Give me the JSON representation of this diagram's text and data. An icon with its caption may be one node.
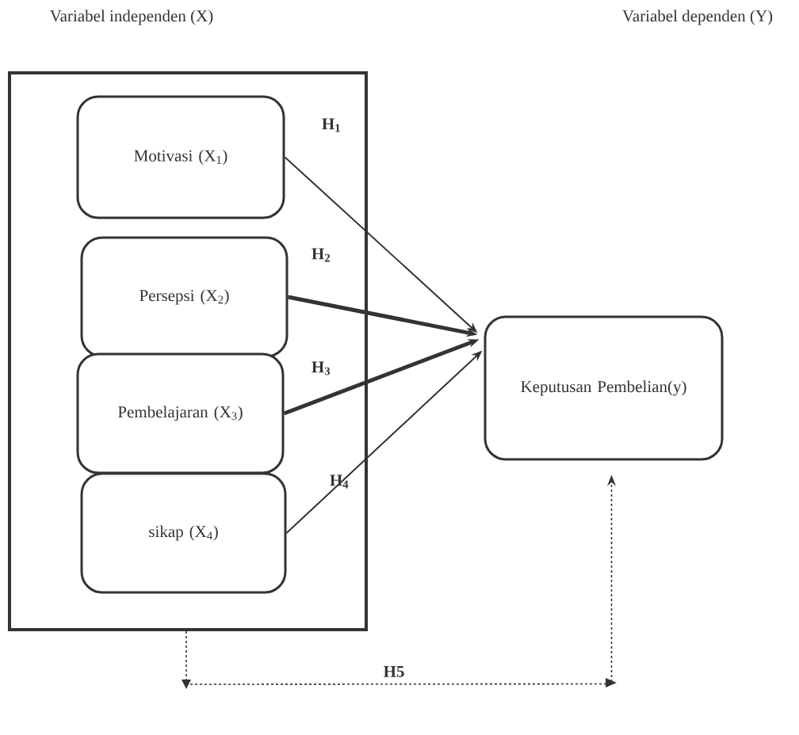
{
  "diagram": {
    "nodes": [
      {
        "text": [],
        "shape": "box"
      },
      {
        "text": [
          "Motivasi (X$_{1}$)"
        ],
        "in": 0
      },
      {
        "text": [
          "Persepsi (X$_{2}$)"
        ],
        "in": 0
      },
      {
        "text": [
          "Pembelajaran (X$_{3}$)"
        ],
        "in": 0
      },
      {
        "text": [
          "sikap (X$_{4}$)"
        ],
        "in": 0
      },
      {
        "text": [
          "Keputusan Pembelian(y)"
        ]
      }
    ],
    "edges": [
      {
        "from": 1,
        "to": 5,
        "arrow": "to",
        "label": "H$_{1}$"
      },
      {
        "from": 2,
        "to": 5,
        "arrow": "to",
        "label": "H$_{2}$",
        "style": "thick"
      },
      {
        "from": 3,
        "to": 5,
        "arrow": "to",
        "label": "H$_{3}$",
        "style": "thick"
      },
      {
        "from": 4,
        "to": 5,
        "arrow": "to",
        "label": "H$_{4}$"
      },
      {
        "from": 0,
        "to": 5,
        "arrow": "to",
        "label": "H5",
        "style": "dashed"
      }
    ],
    "labels": [
      "Variabel independen (X)",
      "Variabel dependen (Y)"
    ]
  }
}
